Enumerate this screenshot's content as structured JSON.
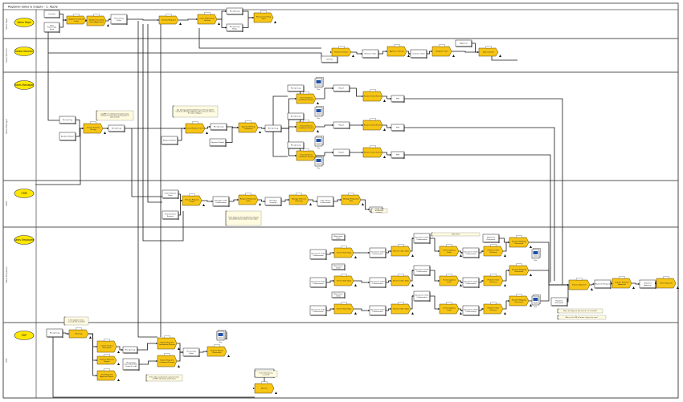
{
  "title": "Regional Sales & Supply - 1. Apply",
  "lanes": [
    {
      "id": "l0",
      "name": "Sales Dept"
    },
    {
      "id": "l1",
      "name": "Sales Director"
    },
    {
      "id": "l2",
      "name": "Sales Manager"
    },
    {
      "id": "l3",
      "name": "CRM"
    },
    {
      "id": "l4",
      "name": "Sales Employee"
    },
    {
      "id": "l5",
      "name": "ERP"
    }
  ],
  "nodes": [
    {
      "id": "n1",
      "type": "box",
      "text": "Contract"
    },
    {
      "id": "n2",
      "type": "box",
      "text": "Offer Processing Form"
    },
    {
      "id": "n3",
      "type": "task",
      "text": "Register Incoming Order"
    },
    {
      "id": "n4",
      "type": "task",
      "text": "Validate Incoming Order Application"
    },
    {
      "id": "n5",
      "type": "box",
      "text": "Processing Order"
    },
    {
      "id": "n6",
      "type": "task",
      "text": "Forward Request"
    },
    {
      "id": "n7",
      "type": "task",
      "text": "Order Registration Review"
    },
    {
      "id": "n8",
      "type": "box",
      "text": "Receipt Log"
    },
    {
      "id": "n9",
      "type": "box",
      "text": "Receipt Log Reply"
    },
    {
      "id": "n10",
      "type": "task",
      "text": "Process Incoming Offer"
    },
    {
      "id": "n11",
      "type": "box",
      "text": "Approval"
    },
    {
      "id": "n12",
      "type": "box",
      "text": "Contract"
    },
    {
      "id": "n13",
      "type": "task",
      "text": "Review Contract"
    },
    {
      "id": "n14",
      "type": "box",
      "text": "Release Order"
    },
    {
      "id": "n15",
      "type": "task",
      "text": "Approve Contract"
    },
    {
      "id": "n16",
      "type": "box",
      "text": "Contract Order"
    },
    {
      "id": "n17",
      "type": "task",
      "text": "Register Order"
    },
    {
      "id": "n18",
      "type": "task",
      "text": "Sign Contract"
    },
    {
      "id": "n19",
      "type": "box",
      "text": "Receipt Log"
    },
    {
      "id": "n20",
      "type": "box",
      "text": "Analysis Report"
    },
    {
      "id": "n21",
      "type": "task",
      "text": "Check Quantity Pricing"
    },
    {
      "id": "n22",
      "type": "box",
      "text": "Receipt Log"
    },
    {
      "id": "n23",
      "type": "box",
      "text": "Analysis Report"
    },
    {
      "id": "n24",
      "type": "task",
      "text": "Check Payment Terms"
    },
    {
      "id": "n25",
      "type": "box",
      "text": "Receipt Log"
    },
    {
      "id": "n26",
      "type": "box",
      "text": "Payment Report"
    },
    {
      "id": "n27",
      "type": "task",
      "text": "Specify Offering Conditions"
    },
    {
      "id": "n28",
      "type": "box",
      "text": "Receipt Log"
    },
    {
      "id": "n29",
      "type": "box",
      "text": "Receipt Log"
    },
    {
      "id": "n30",
      "type": "task",
      "text": "Check Delivery Conditions Review"
    },
    {
      "id": "n31",
      "type": "box",
      "text": "Report"
    },
    {
      "id": "n32",
      "type": "task",
      "text": "Review Order Review"
    },
    {
      "id": "n33",
      "type": "box",
      "text": "PDF"
    },
    {
      "id": "n34",
      "type": "box",
      "text": "Receipt Log"
    },
    {
      "id": "n35",
      "type": "task",
      "text": "Check Delivery Conditions Review"
    },
    {
      "id": "n36",
      "type": "box",
      "text": "Report"
    },
    {
      "id": "n37",
      "type": "task",
      "text": "Review Order Review"
    },
    {
      "id": "n38",
      "type": "box",
      "text": "PDF"
    },
    {
      "id": "n39",
      "type": "box",
      "text": "Receipt Log"
    },
    {
      "id": "n40",
      "type": "task",
      "text": "Check Delivery Conditions Review"
    },
    {
      "id": "n41",
      "type": "box",
      "text": "Report"
    },
    {
      "id": "n42",
      "type": "task",
      "text": "Review Order Review"
    },
    {
      "id": "n43",
      "type": "box",
      "text": "PDF"
    },
    {
      "id": "n44",
      "type": "box",
      "text": "Order Request Form"
    },
    {
      "id": "n45",
      "type": "task",
      "text": "Process Request Order"
    },
    {
      "id": "n46",
      "type": "box",
      "text": "Procurement Request"
    },
    {
      "id": "n47",
      "type": "box",
      "text": "Schedule Order Confirmation"
    },
    {
      "id": "n48",
      "type": "task",
      "text": "Request Production Order"
    },
    {
      "id": "n49",
      "type": "box",
      "text": "Schedule Quantity"
    },
    {
      "id": "n50",
      "type": "task",
      "text": "Manage Delivery Planning"
    },
    {
      "id": "n51",
      "type": "box",
      "text": "Order Status Confirmation"
    },
    {
      "id": "n52",
      "type": "task",
      "text": "Manage Production Plan"
    },
    {
      "id": "n53",
      "type": "box",
      "text": "Send Email"
    },
    {
      "id": "n54",
      "type": "box",
      "text": "Warehouse Order"
    },
    {
      "id": "n55",
      "type": "box",
      "text": "Document Order Confirmation"
    },
    {
      "id": "n56",
      "type": "task",
      "text": "Check Order Data"
    },
    {
      "id": "n57",
      "type": "box",
      "text": "Document Order Confirmation"
    },
    {
      "id": "n58",
      "type": "task",
      "text": "Review Order Data"
    },
    {
      "id": "n59",
      "type": "box",
      "text": "Document Order Confirmation"
    },
    {
      "id": "n60",
      "type": "task",
      "text": "Check Logistics Order"
    },
    {
      "id": "n61",
      "type": "box",
      "text": "Document Order Confirmation"
    },
    {
      "id": "n62",
      "type": "task",
      "text": "Perform Order Delivery"
    },
    {
      "id": "n63",
      "type": "box",
      "text": "Shipment Document"
    },
    {
      "id": "n64",
      "type": "task",
      "text": "Forward Shipping Document"
    },
    {
      "id": "n65",
      "type": "box",
      "text": "Warehouse Order"
    },
    {
      "id": "n66",
      "type": "box",
      "text": "Document Order Confirmation"
    },
    {
      "id": "n67",
      "type": "task",
      "text": "Check Order Data"
    },
    {
      "id": "n68",
      "type": "box",
      "text": "Document Order Confirmation"
    },
    {
      "id": "n69",
      "type": "task",
      "text": "Review Order Data"
    },
    {
      "id": "n70",
      "type": "box",
      "text": "Document Order Confirmation"
    },
    {
      "id": "n71",
      "type": "task",
      "text": "Check Logistics Order"
    },
    {
      "id": "n72",
      "type": "box",
      "text": "Document Order Confirmation"
    },
    {
      "id": "n73",
      "type": "task",
      "text": "Perform Order Delivery"
    },
    {
      "id": "n74",
      "type": "task",
      "text": "Forward Shipping Document"
    },
    {
      "id": "n75",
      "type": "box",
      "text": "Warehouse Order"
    },
    {
      "id": "n76",
      "type": "box",
      "text": "Document Order Confirmation"
    },
    {
      "id": "n77",
      "type": "task",
      "text": "Check Order Data"
    },
    {
      "id": "n78",
      "type": "box",
      "text": "Document Order Confirmation"
    },
    {
      "id": "n79",
      "type": "task",
      "text": "Review Order Data"
    },
    {
      "id": "n80",
      "type": "box",
      "text": "Document Order Confirmation"
    },
    {
      "id": "n81",
      "type": "task",
      "text": "Check Logistics Order"
    },
    {
      "id": "n82",
      "type": "box",
      "text": "Document Order Confirmation"
    },
    {
      "id": "n83",
      "type": "task",
      "text": "Perform Order Delivery"
    },
    {
      "id": "n84",
      "type": "task",
      "text": "Forward Shipping Document"
    },
    {
      "id": "n85",
      "type": "task",
      "text": "Process Payment"
    },
    {
      "id": "n86",
      "type": "box",
      "text": "Payment Request"
    },
    {
      "id": "n87",
      "type": "task",
      "text": "Capture Payment Approval"
    },
    {
      "id": "n88",
      "type": "box",
      "text": "Payment Approval"
    },
    {
      "id": "n89",
      "type": "task",
      "text": "Settle Payment"
    },
    {
      "id": "n90",
      "type": "box",
      "text": "Payment Document"
    },
    {
      "id": "n91",
      "type": "box",
      "text": "Receipt Log"
    },
    {
      "id": "n92",
      "type": "task",
      "text": "Post Log"
    },
    {
      "id": "n93",
      "type": "task",
      "text": "Create Invoice Document"
    },
    {
      "id": "n94",
      "type": "task",
      "text": "Prepare Payment Report"
    },
    {
      "id": "n95",
      "type": "task",
      "text": "Send Payment Approval Report"
    },
    {
      "id": "n96",
      "type": "box",
      "text": "Receipt Log"
    },
    {
      "id": "n97",
      "type": "box",
      "text": "Processing dependent Rule Created Credit"
    },
    {
      "id": "n98",
      "type": "task",
      "text": "Report Payment Transaction Process"
    },
    {
      "id": "n99",
      "type": "task",
      "text": "Report Payment Customer Process"
    },
    {
      "id": "n100",
      "type": "box",
      "text": "Processing Order"
    },
    {
      "id": "n101",
      "type": "task",
      "text": "Prepare Report Document"
    },
    {
      "id": "n102",
      "type": "box",
      "text": "PDF"
    },
    {
      "id": "n103",
      "type": "task",
      "text": "Archive"
    },
    {
      "id": "n104",
      "type": "box",
      "text": "Check Credit"
    }
  ],
  "documents": [
    {
      "id": "d1",
      "text": "Doc"
    },
    {
      "id": "d2",
      "text": "Doc"
    },
    {
      "id": "d3",
      "text": "Doc"
    },
    {
      "id": "d4",
      "text": "Doc"
    },
    {
      "id": "d5",
      "text": "Doc"
    },
    {
      "id": "d6",
      "text": "Doc"
    },
    {
      "id": "d7",
      "text": "Doc"
    }
  ],
  "notes": [
    {
      "id": "t1",
      "text": "Log ERP: check data and requirements; forward to credit check as described in process flow."
    },
    {
      "id": "t2",
      "text": "Are pricing, quantity and delivery terms specified? Check the offering conditions and release the order to the sales employee."
    },
    {
      "id": "t3",
      "text": "Order planned: check production capacity and confirm delivery date to sales dept."
    },
    {
      "id": "t4",
      "text": "Clarify order details with customer"
    },
    {
      "id": "t5",
      "text": "Order Form"
    },
    {
      "id": "t6",
      "text": "When the Payment has arrived, is it recorded?"
    },
    {
      "id": "t7",
      "text": "When is the PDF of Invoice Copy in the case?"
    },
    {
      "id": "t8",
      "text": "Is the logistics invoice received and recorded?"
    },
    {
      "id": "t9",
      "text": "If the order is posted, the system creates an ERP entry and a credit check."
    },
    {
      "id": "t10",
      "text": "Is the final delivery received?"
    }
  ]
}
